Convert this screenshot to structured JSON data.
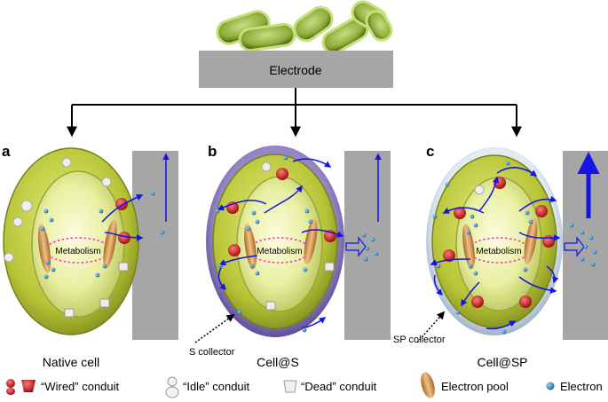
{
  "electrode_label": "Electrode",
  "panels": [
    {
      "letter": "a",
      "caption": "Native cell",
      "metabolism": "Metabolism",
      "collector": ""
    },
    {
      "letter": "b",
      "caption": "Cell@S",
      "metabolism": "Metabolism",
      "collector": "S collector"
    },
    {
      "letter": "c",
      "caption": "Cell@SP",
      "metabolism": "Metabolism",
      "collector": "SP collector"
    }
  ],
  "legend": [
    {
      "label": "“Wired” conduit",
      "icon": "wired-conduit-icon"
    },
    {
      "label": "“Idle” conduit",
      "icon": "idle-conduit-icon"
    },
    {
      "label": "“Dead” conduit",
      "icon": "dead-conduit-icon"
    },
    {
      "label": "Electron pool",
      "icon": "electron-pool-icon"
    },
    {
      "label": "Electron",
      "icon": "electron-icon"
    }
  ],
  "colors": {
    "bacteria": "#8fae3a",
    "electrode": "#a6a6a6",
    "cell_outer": "#c3cf3c",
    "cell_inner": "#e9efa0",
    "s_shell": "#6d5aa8",
    "sp_shell": "#c9d7e6",
    "arrow": "#1414e6",
    "electron": "#2b7fb8",
    "metabolism_ring": "#ff33cc",
    "wired": "#d01c1c",
    "pool": "#d39a55"
  }
}
